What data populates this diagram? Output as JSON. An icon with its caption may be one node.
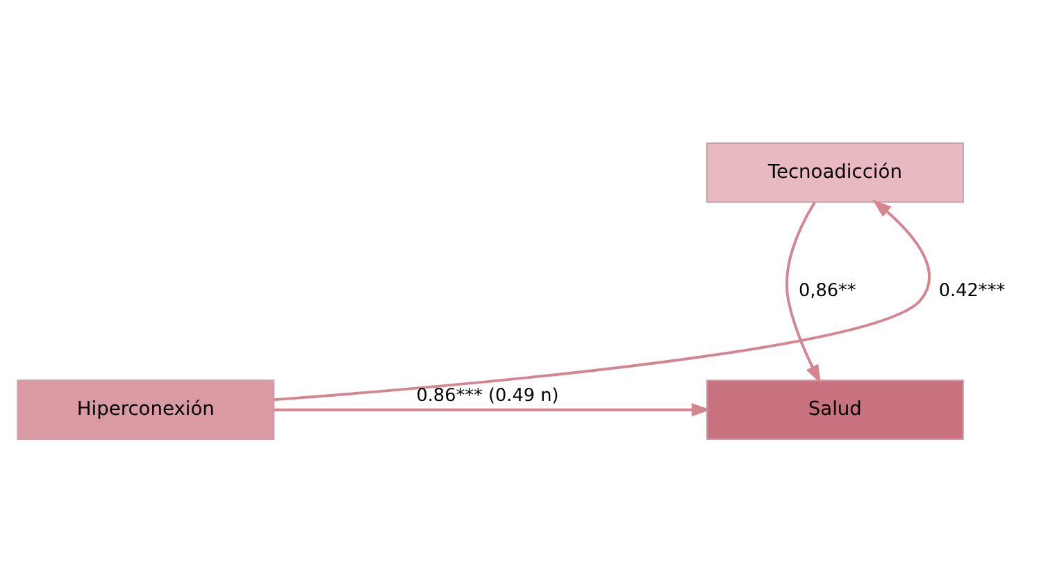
{
  "diagram": {
    "nodes": [
      {
        "text": [
          "Tecnoadicción"
        ]
      },
      {
        "text": [
          "Hiperconexión"
        ]
      },
      {
        "text": [
          "Salud"
        ]
      }
    ],
    "edges": [
      {
        "from": 1,
        "to": 0,
        "arrow": "to",
        "label": "0.42***"
      },
      {
        "from": 0,
        "to": 2,
        "arrow": "to",
        "label": "0,86**"
      },
      {
        "from": 1,
        "to": 2,
        "arrow": "to",
        "label": "0.86*** (0.49 n)"
      }
    ]
  }
}
